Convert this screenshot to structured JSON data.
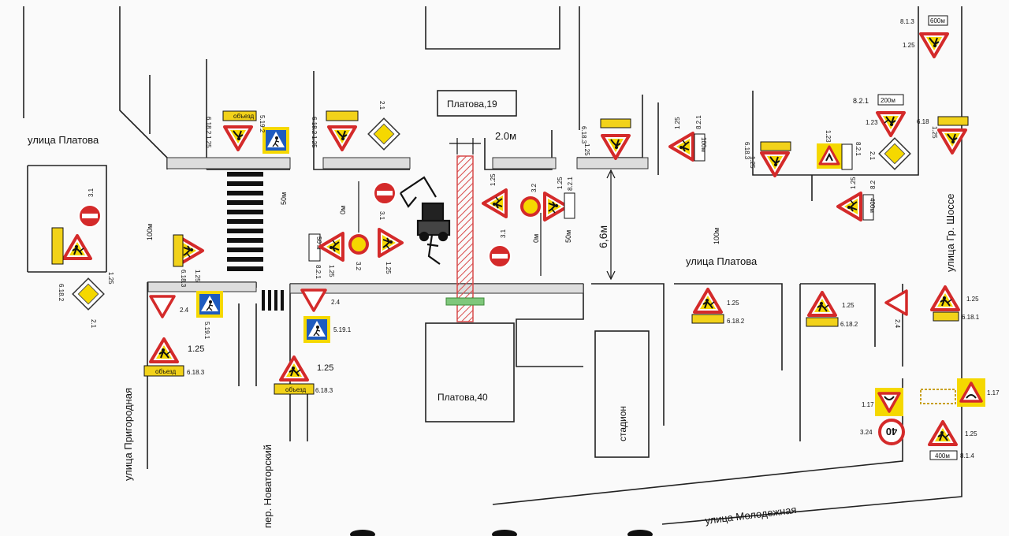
{
  "streets": {
    "platova_left": "улица Платова",
    "platova_right": "улица Платова",
    "prigorodnaya": "улица Пригородная",
    "novatorsky": "пер. Новаторский",
    "gr_shosse": "улица Гр. Шоссе",
    "molodezhnaya": "улица Молодежная"
  },
  "buildings": {
    "platova19": "Платова,19",
    "platova40": "Платова,40",
    "stadium": "стадион"
  },
  "dimensions": {
    "width_2m": "2.0м",
    "width_6_6m": "6,6м",
    "d50_left": "50м",
    "d0_left": "0м",
    "d0_right": "0м",
    "d50_right": "50м",
    "d100_left": "100м",
    "d100_right": "100м"
  },
  "plates": {
    "detour": "объезд",
    "p50": "50 м",
    "p100": "100м",
    "p200": "200м",
    "p400": "400м",
    "p600": "600м"
  },
  "speed_limit": "40",
  "codes": {
    "c_1_25": "1.25",
    "c_1_23": "1.23",
    "c_1_17": "1.17",
    "c_2_1": "2.1",
    "c_2_4": "2.4",
    "c_3_1": "3.1",
    "c_3_2": "3.2",
    "c_3_24": "3.24",
    "c_5_19_1": "5.19.1",
    "c_5_19_2": "5.19.2",
    "c_6_18_1": "6.18.1",
    "c_6_18_2": "6.18.2",
    "c_6_18_3": "6.18.3",
    "c_6_18": "6.18",
    "c_8_1_3": "8.1.3",
    "c_8_1_4": "8.1.4",
    "c_8_2": "8.2",
    "c_8_2_1": "8.2.1"
  },
  "colors": {
    "sign_red": "#d42a2a",
    "sign_yellow": "#f5d800",
    "sign_blue": "#1e5bbf",
    "plate_yellow": "#f2d21a",
    "zone_green": "#7fc77b"
  }
}
